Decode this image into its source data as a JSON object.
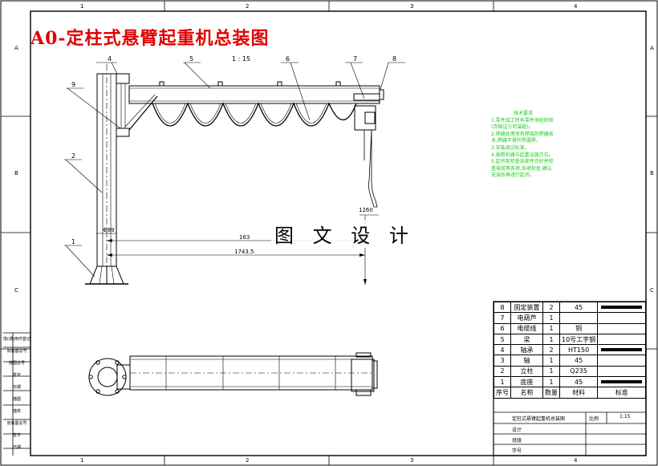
{
  "drawing": {
    "title": "A0-定柱式悬臂起重机总装图",
    "watermark": "图 文 设 计",
    "view_label": "1 : 15",
    "zones_top": [
      "1",
      "2",
      "3",
      "4"
    ],
    "zones_side": [
      "A",
      "B",
      "C"
    ]
  },
  "callouts": [
    "4",
    "5",
    "6",
    "7",
    "8",
    "9",
    "2",
    "1"
  ],
  "dimensions": {
    "column": "Φ89",
    "d163": "163",
    "d1743": "1743.5",
    "d1260": "1260"
  },
  "technical_notes": {
    "heading": "技术要求",
    "lines": [
      "1.零件加工所有零件须经检验(合格证方可装配)。",
      "2.焊缝处理须有焊接的焊缝技术,焊缝不得开焊漏焊。",
      "3.安装调试标准。",
      "4.按照机器与起重设施方位。",
      "5.起吊前检查各部件完好并检查电缆等各项,各项检查,确认无误后再进行起吊。"
    ]
  },
  "bom": {
    "rows": [
      {
        "no": "8",
        "name": "固定装置",
        "qty": "2",
        "mat": "45",
        "std": "bar"
      },
      {
        "no": "7",
        "name": "电葫芦",
        "qty": "1",
        "mat": "",
        "std": ""
      },
      {
        "no": "6",
        "name": "电缆线",
        "qty": "1",
        "mat": "铜",
        "std": ""
      },
      {
        "no": "5",
        "name": "梁",
        "qty": "1",
        "mat": "10号工字钢",
        "std": ""
      },
      {
        "no": "4",
        "name": "轴承",
        "qty": "2",
        "mat": "HT150",
        "std": "bar"
      },
      {
        "no": "3",
        "name": "轴",
        "qty": "1",
        "mat": "45",
        "std": ""
      },
      {
        "no": "2",
        "name": "立柱",
        "qty": "1",
        "mat": "Q235",
        "std": ""
      },
      {
        "no": "1",
        "name": "底座",
        "qty": "1",
        "mat": "45",
        "std": "bar"
      }
    ],
    "header": {
      "no": "序号",
      "name": "名称",
      "qty": "数量",
      "mat": "材料",
      "std": "标准"
    },
    "title_block": {
      "drawing_name": "定柱式悬臂起重机总装图",
      "scale_label": "比例",
      "scale_value": "1:15",
      "design": "设计",
      "class": "班级",
      "student_id": "学号"
    }
  },
  "left_block": [
    "借(通)用件登记",
    "旧底图总号",
    "底图总号",
    "签字",
    "日期",
    "描图",
    "描校",
    "旧底图总号",
    "签字",
    "日期"
  ]
}
